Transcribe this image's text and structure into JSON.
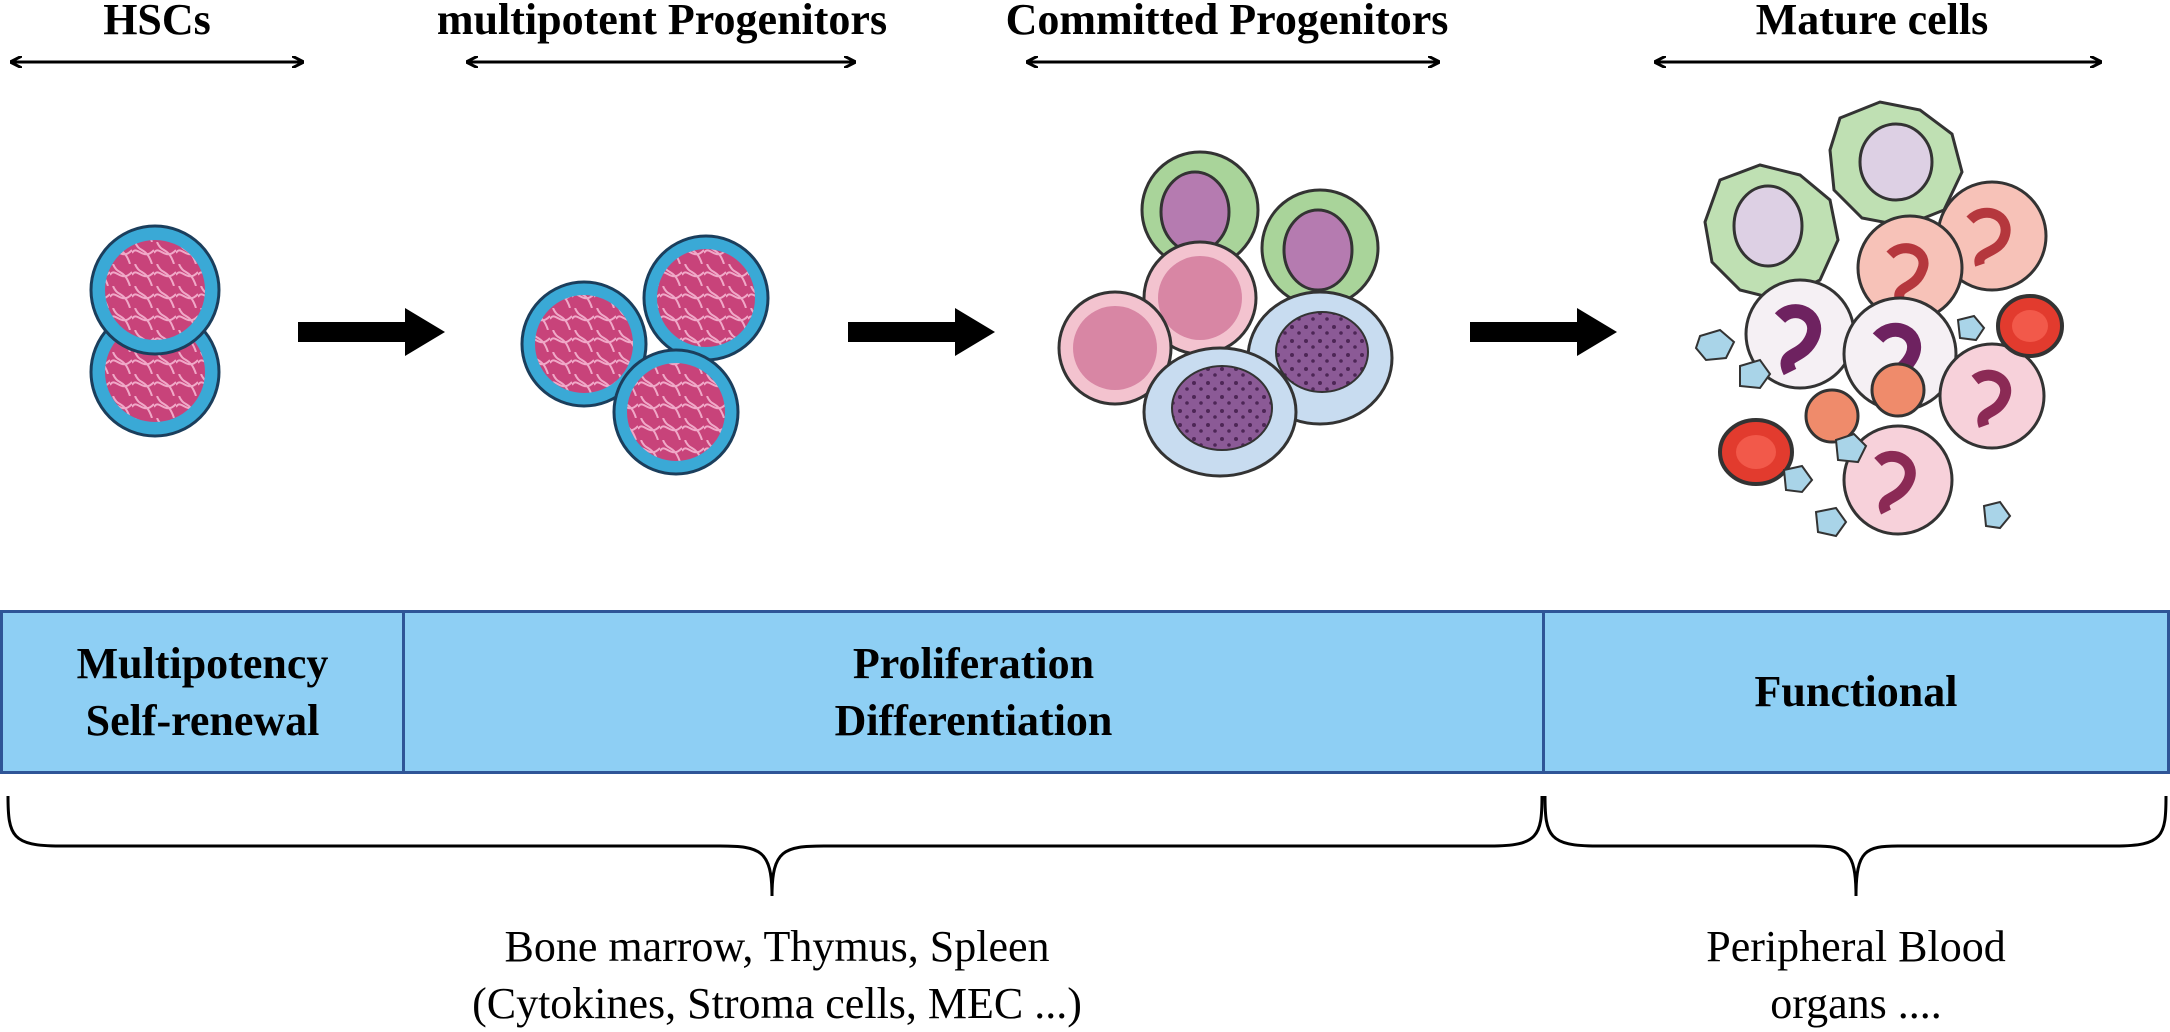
{
  "stages": [
    {
      "label": "HSCs"
    },
    {
      "label": "multipotent Progenitors"
    },
    {
      "label": "Committed Progenitors"
    },
    {
      "label": "Mature cells"
    }
  ],
  "bands": [
    {
      "line1": "Multipotency",
      "line2": "Self-renewal"
    },
    {
      "line1": "Proliferation",
      "line2": "Differentiation"
    },
    {
      "line1": "Functional"
    }
  ],
  "locations": [
    {
      "line1": "Bone marrow, Thymus, Spleen",
      "line2": "(Cytokines, Stroma cells, MEC ...)"
    },
    {
      "line1": "Peripheral Blood",
      "line2": "organs ...."
    }
  ],
  "colors": {
    "band_fill": "#8ecff4",
    "band_border": "#2f5597",
    "hsc_shell": "#3aa9d6",
    "hsc_core": "#c8437a"
  }
}
